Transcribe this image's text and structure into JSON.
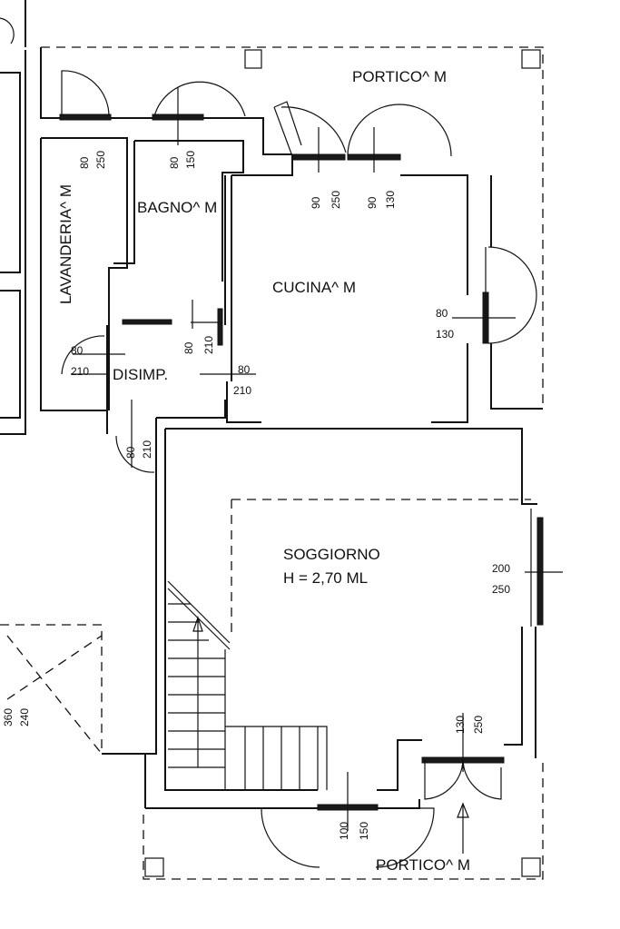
{
  "rooms": {
    "portico_top": "PORTICO^ M",
    "lavanderia": "LAVANDERIA^ M",
    "bagno": "BAGNO^ M",
    "cucina": "CUCINA^ M",
    "disimp": "DISIMP.",
    "soggiorno": "SOGGIORNO",
    "soggiorno_height": "H = 2,70 ML",
    "portico_bottom": "PORTICO^ M"
  },
  "dimensions": {
    "lav_door_w": "80",
    "lav_door_h": "250",
    "bagno_door_w": "80",
    "bagno_door_h": "150",
    "cuc_door1_w": "90",
    "cuc_door1_h": "250",
    "cuc_door2_w": "90",
    "cuc_door2_h": "130",
    "cuc_win_w": "80",
    "cuc_win_h": "130",
    "disimp_left_w": "80",
    "disimp_left_h": "210",
    "disimp_inner_w": "80",
    "disimp_inner_h": "210",
    "disimp_right_w": "80",
    "disimp_right_h": "210",
    "disimp_bottom_w": "80",
    "disimp_bottom_h": "210",
    "sogg_win_w": "200",
    "sogg_win_h": "250",
    "sogg_door_w": "130",
    "sogg_door_h": "250",
    "sogg_bottom_w": "100",
    "sogg_bottom_h": "150",
    "left_a": "360",
    "left_b": "240"
  }
}
